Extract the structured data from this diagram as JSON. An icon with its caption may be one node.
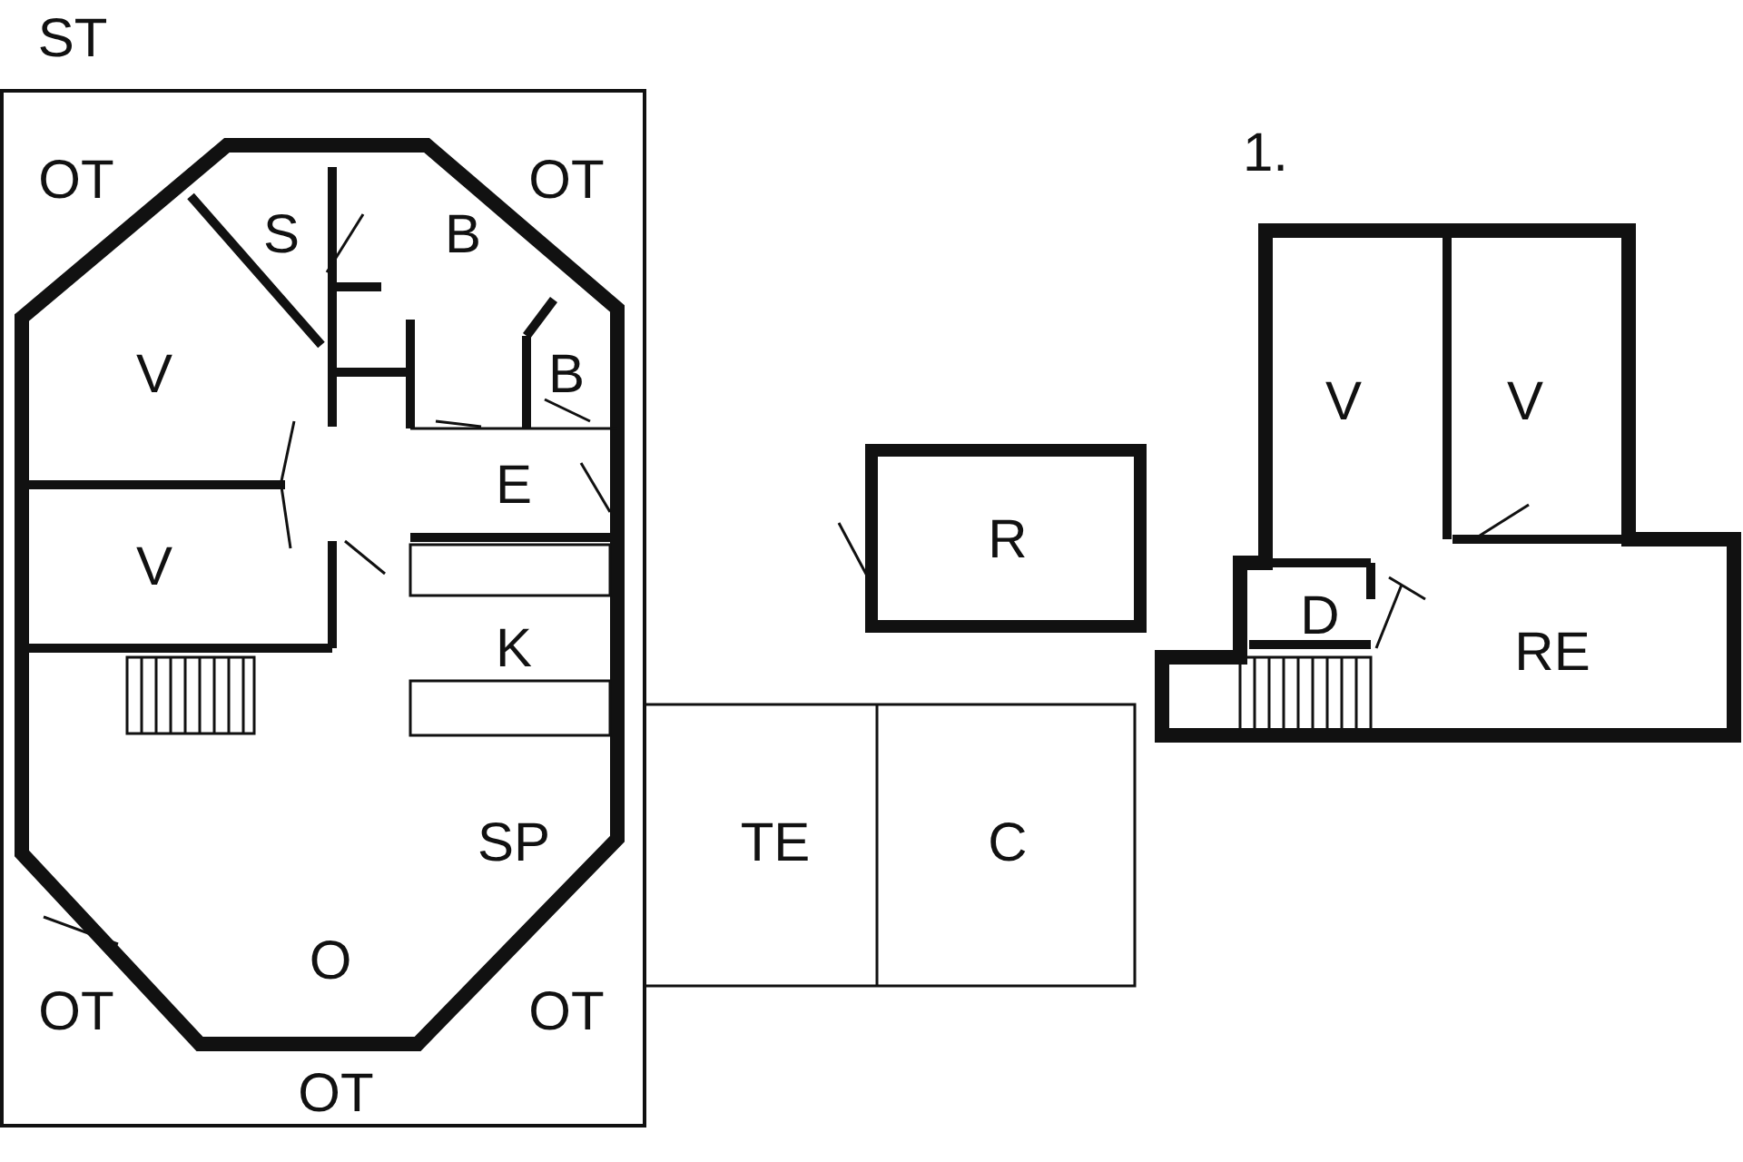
{
  "diagram": {
    "labels": [
      "ST",
      "OT",
      "OT",
      "1.",
      "S",
      "B",
      "V",
      "B",
      "V",
      "V",
      "E",
      "R",
      "V",
      "D",
      "K",
      "RE",
      "SP",
      "TE",
      "C",
      "O",
      "OT",
      "OT",
      "OT"
    ]
  }
}
